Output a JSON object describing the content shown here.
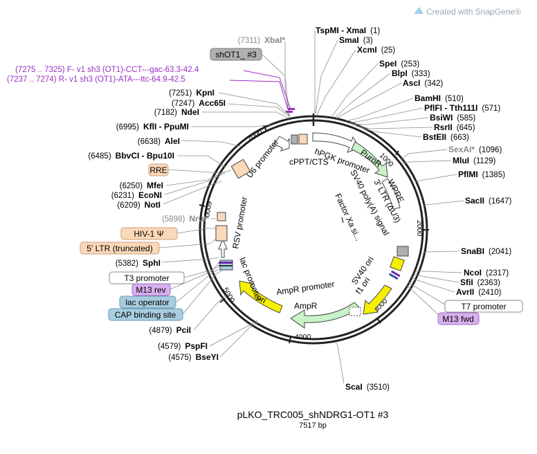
{
  "watermark": "Created with SnapGene®",
  "plasmid": {
    "name": "pLKO_TRC005_shNDRG1-OT1 #3",
    "length": "7517 bp"
  },
  "site_labels": [
    {
      "name": "XbaI*",
      "pos": "(7311)",
      "gray": true
    },
    {
      "name": "KpnI",
      "pos": "(7251)"
    },
    {
      "name": "Acc65I",
      "pos": "(7247)"
    },
    {
      "name": "NdeI",
      "pos": "(7182)"
    },
    {
      "name": "KflI - PpuMI",
      "pos": "(6995)"
    },
    {
      "name": "AleI",
      "pos": "(6638)"
    },
    {
      "name": "BbvCI - Bpu10I",
      "pos": "(6485)"
    },
    {
      "name": "MfeI",
      "pos": "(6250)"
    },
    {
      "name": "EcoNI",
      "pos": "(6231)"
    },
    {
      "name": "NotI",
      "pos": "(6209)"
    },
    {
      "name": "NruI*",
      "pos": "(5898)",
      "gray": true
    },
    {
      "name": "SphI",
      "pos": "(5382)"
    },
    {
      "name": "PciI",
      "pos": "(4879)"
    },
    {
      "name": "PspFI",
      "pos": "(4579)"
    },
    {
      "name": "BseYI",
      "pos": "(4575)"
    },
    {
      "name": "TspMI - XmaI",
      "pos": "(1)"
    },
    {
      "name": "SmaI",
      "pos": "(3)"
    },
    {
      "name": "XcmI",
      "pos": "(25)"
    },
    {
      "name": "SpeI",
      "pos": "(253)"
    },
    {
      "name": "BlpI",
      "pos": "(333)"
    },
    {
      "name": "AscI",
      "pos": "(342)"
    },
    {
      "name": "BamHI",
      "pos": "(510)"
    },
    {
      "name": "PflFI - Tth111I",
      "pos": "(571)"
    },
    {
      "name": "BsiWI",
      "pos": "(585)"
    },
    {
      "name": "RsrII",
      "pos": "(645)"
    },
    {
      "name": "BstEII",
      "pos": "(663)"
    },
    {
      "name": "SexAI*",
      "pos": "(1096)",
      "gray": true
    },
    {
      "name": "MluI",
      "pos": "(1129)"
    },
    {
      "name": "PflMI",
      "pos": "(1385)"
    },
    {
      "name": "SacII",
      "pos": "(1647)"
    },
    {
      "name": "SnaBI",
      "pos": "(2041)"
    },
    {
      "name": "NcoI",
      "pos": "(2317)"
    },
    {
      "name": "SfiI",
      "pos": "(2363)"
    },
    {
      "name": "AvrII",
      "pos": "(2410)"
    },
    {
      "name": "ScaI",
      "pos": "(3510)"
    }
  ],
  "primer_labels": [
    "(7275 .. 7325)  F- v1 sh3  (OT1)-CCT---gac-63.3-42.4",
    "(7237 .. 7274)  R- v1 sh3  (OT1)-ATA---ttc-64.9-42.5"
  ],
  "boxed_labels": [
    {
      "text": "shOT1_ #3",
      "style": "gray"
    },
    {
      "text": "RRE",
      "style": "peach"
    },
    {
      "text": "HIV-1 Ψ",
      "style": "peach"
    },
    {
      "text": "5' LTR (truncated)",
      "style": "peach"
    },
    {
      "text": "T3 promoter",
      "style": "white"
    },
    {
      "text": "M13 rev",
      "style": "purple"
    },
    {
      "text": "lac operator",
      "style": "blue"
    },
    {
      "text": "CAP binding site",
      "style": "blue"
    },
    {
      "text": "T7 promoter",
      "style": "white"
    },
    {
      "text": "M13 fwd",
      "style": "purple"
    }
  ],
  "feature_labels": [
    "U6 promoter",
    "cPPT/CTS",
    "hPGK promoter",
    "PuroR",
    "SV40 poly(A) signal",
    "WPRE",
    "3' LTR (ΔU3)",
    "Factor Xa si...",
    "RSV promoter",
    "lac promoter",
    "ori",
    "AmpR promoter",
    "AmpR",
    "SV40 ori",
    "f1 ori"
  ],
  "ticks": [
    "1000",
    "2000",
    "3000",
    "4000",
    "5000",
    "6000",
    "7000"
  ],
  "colors": {
    "peach": "#fbd8b8",
    "green": "#c8f2c8",
    "yellow": "#f5f000",
    "gray": "#b0b0b0",
    "blue": "#a9cde0",
    "purple": "#d8b0ee",
    "backbone": "#222222",
    "primer": "#9a2fc0"
  }
}
